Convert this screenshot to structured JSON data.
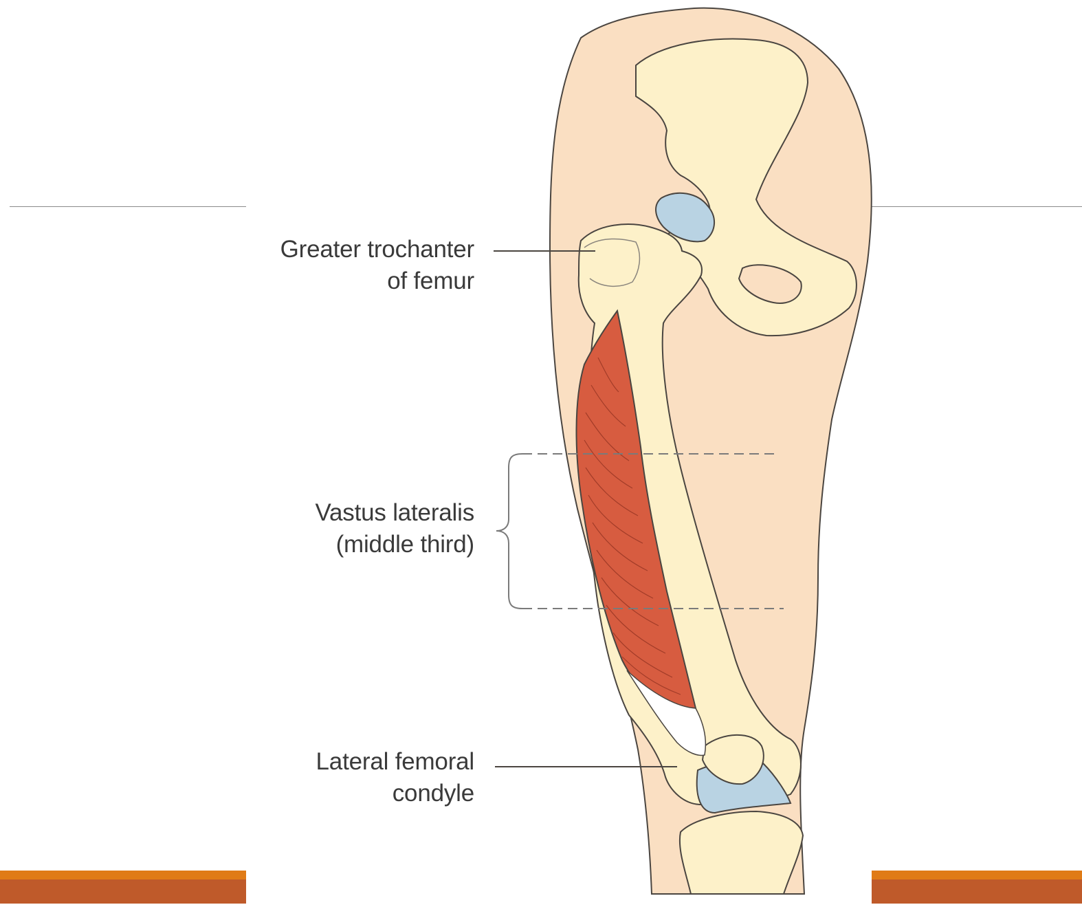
{
  "labels": {
    "greater_trochanter": [
      "Greater trochanter",
      "of femur"
    ],
    "vastus_lateralis": [
      "Vastus lateralis",
      "(middle third)"
    ],
    "lateral_condyle": [
      "Lateral femoral",
      "condyle"
    ]
  },
  "colors": {
    "skin": "#fadfc2",
    "bone": "#fdf1c9",
    "cartilage": "#b9d3e3",
    "muscle": "#d75c40",
    "tendon": "#ffffff",
    "outline": "#4a4540",
    "accent_orange": "#e07b16",
    "accent_rust": "#bf5a2a"
  }
}
